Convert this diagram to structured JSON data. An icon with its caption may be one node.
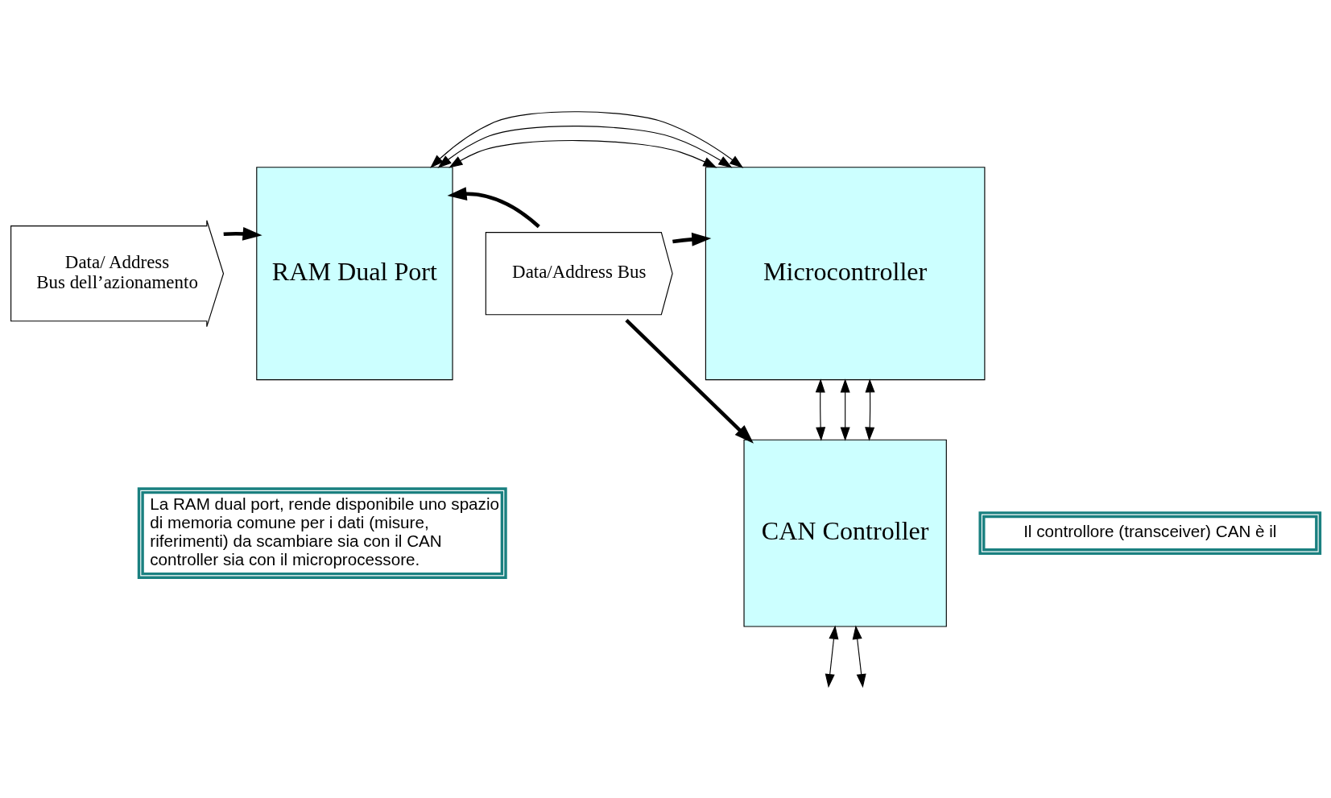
{
  "diagram": {
    "nodes": [
      {
        "text": [
          "RAM Dual Port"
        ]
      },
      {
        "text": [
          "Microcontroller"
        ]
      },
      {
        "text": [
          "Data/Address Bus"
        ]
      },
      {
        "text": [
          "CAN Controller"
        ]
      },
      {
        "text": [
          "Data/ Address",
          "Bus dell’azionamento"
        ]
      },
      {
        "text": [
          "La RAM dual port, rende disponibile uno spazio di memoria comune per i dati (misure, riferimenti) da scambiare sia con il CAN controller sia con il microprocessore."
        ]
      },
      {
        "text": [
          "Il controllore (transceiver) CAN è il"
        ]
      }
    ],
    "edges": [
      {
        "from": 0,
        "to": 1,
        "arrow": "both"
      },
      {
        "from": 0,
        "to": 1,
        "arrow": "both"
      },
      {
        "from": 0,
        "to": 1,
        "arrow": "both"
      },
      {
        "from": 4,
        "to": 0,
        "arrow": "to",
        "style": "thick"
      },
      {
        "from": 2,
        "to": 0,
        "arrow": "to",
        "style": "thick"
      },
      {
        "from": 2,
        "to": 1,
        "arrow": "to",
        "style": "thick"
      },
      {
        "from": 2,
        "to": 3,
        "arrow": "to",
        "style": "thick"
      },
      {
        "from": 3,
        "to": 1,
        "arrow": "both"
      },
      {
        "from": 3,
        "to": 1,
        "arrow": "both"
      },
      {
        "from": 3,
        "to": 1,
        "arrow": "both"
      },
      {
        "from": 3,
        "to": null,
        "arrow": "both"
      },
      {
        "from": 3,
        "to": null,
        "arrow": "both"
      }
    ]
  }
}
